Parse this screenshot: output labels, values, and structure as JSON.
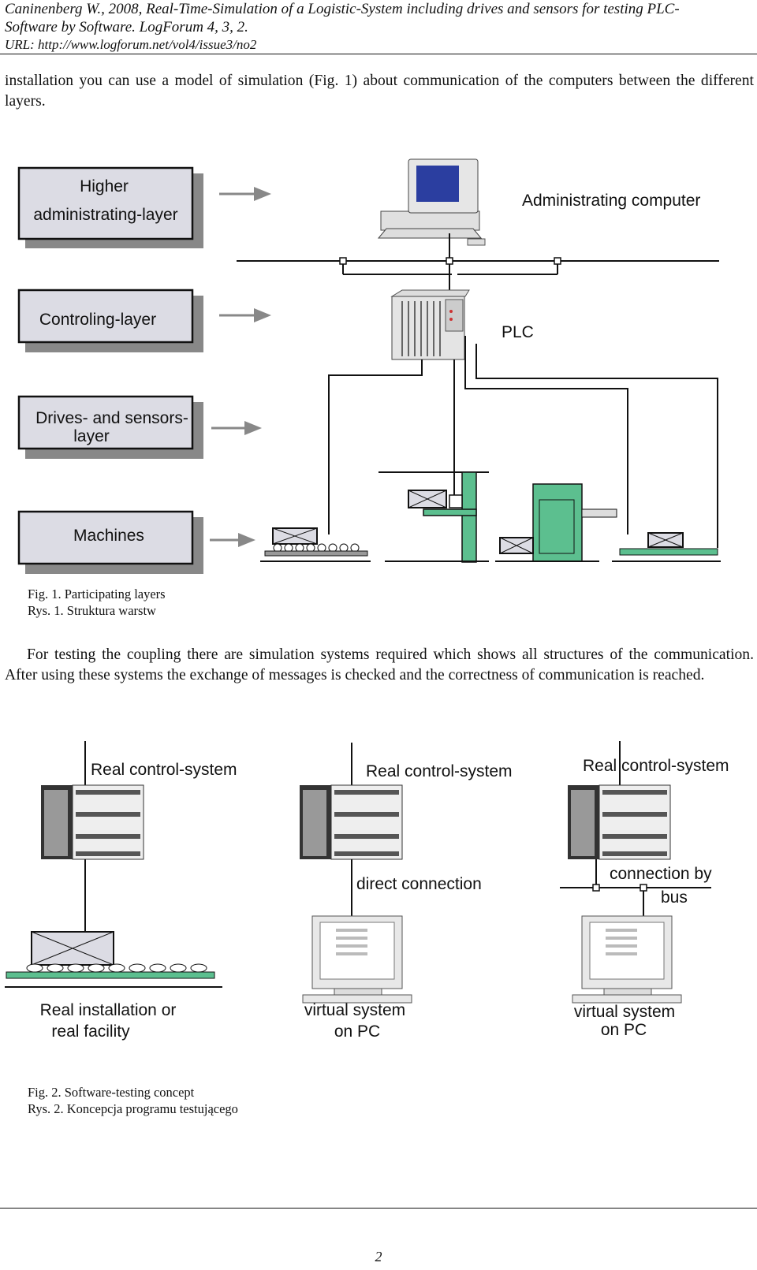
{
  "header": {
    "citation_line1": "Caninenberg W., 2008, Real-Time-Simulation of a Logistic-System including drives and sensors for testing PLC-",
    "citation_line2": "Software by Software. LogForum 4, 3, 2.",
    "url": "URL: http://www.logforum.net/vol4/issue3/no2"
  },
  "paragraph1": "installation you can use a model of simulation (Fig. 1) about communication of the computers between the different layers.",
  "figure1": {
    "layers": {
      "higher_line1": "Higher",
      "higher_line2": "administrating-layer",
      "controlling": "Controling-layer",
      "drives_line1": "Drives- and sensors-",
      "drives_line2": "layer",
      "machines": "Machines"
    },
    "labels": {
      "admin_computer": "Administrating computer",
      "plc": "PLC"
    },
    "caption_en": "Fig. 1. Participating layers",
    "caption_pl": "Rys. 1. Struktura warstw"
  },
  "paragraph2": "For testing the coupling there are simulation systems required which shows all structures of the communication. After using these systems the exchange of messages is checked and the correctness of communication is reached.",
  "figure2": {
    "panel1": {
      "title": "Real control-system",
      "bottom_line1": "Real installation or",
      "bottom_line2": "real facility"
    },
    "panel2": {
      "title": "Real control-system",
      "connection": "direct connection",
      "bottom_line1": "virtual  system",
      "bottom_line2": "on PC"
    },
    "panel3": {
      "title": "Real control-system",
      "connection_line1": "connection by",
      "connection_line2": "bus",
      "bottom_line1": "virtual  system",
      "bottom_line2": "on PC"
    },
    "caption_en": "Fig. 2. Software-testing concept",
    "caption_pl": "Rys. 2. Koncepcja programu testującego"
  },
  "page_number": "2",
  "colors": {
    "machine_green": "#5cbf8f",
    "monitor_blue": "#2b3ea0",
    "box_fill": "#dcdce4"
  }
}
